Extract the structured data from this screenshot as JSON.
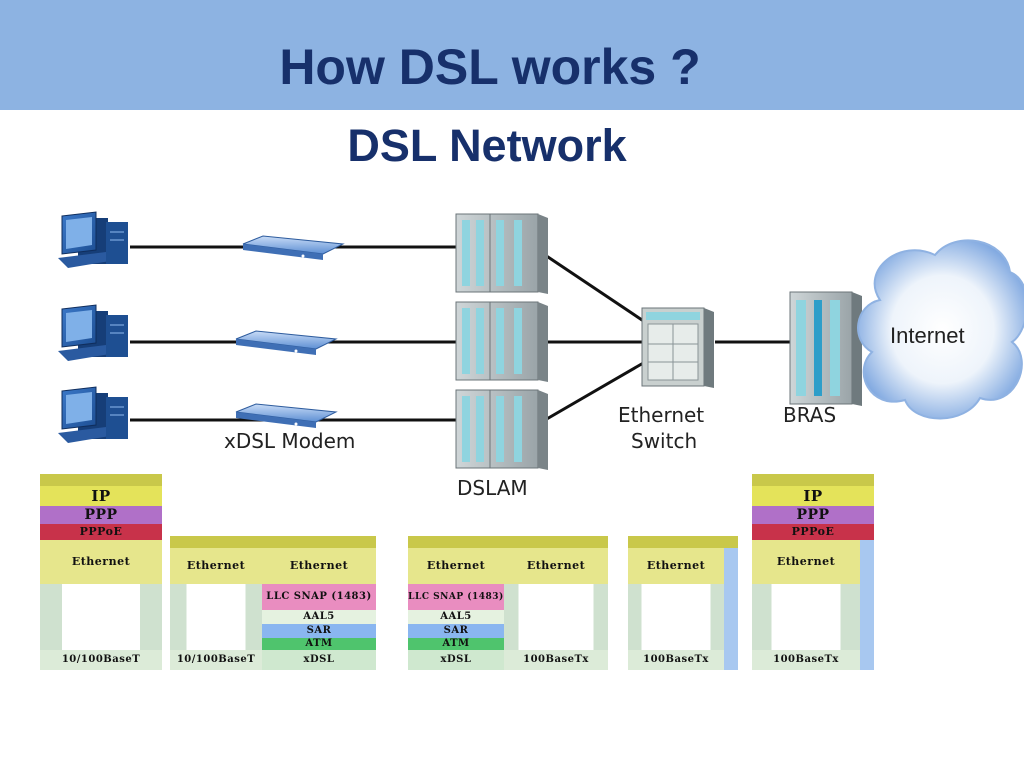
{
  "slide": {
    "title": "How DSL works ?",
    "subtitle": "DSL Network"
  },
  "diagram": {
    "labels": {
      "modem": "xDSL Modem",
      "dslam": "DSLAM",
      "switch_line1": "Ethernet",
      "switch_line2": "Switch",
      "bras": "BRAS",
      "internet": "Internet"
    },
    "stacks": {
      "customer": [
        "IP",
        "PPP",
        "PPPoE",
        "Ethernet",
        "10/100BaseT"
      ],
      "modem_lan": [
        "Ethernet",
        "10/100BaseT"
      ],
      "modem_wan": [
        "Ethernet",
        "LLC SNAP (1483)",
        "AAL5",
        "SAR",
        "ATM",
        "xDSL"
      ],
      "dslam_line": [
        "Ethernet",
        "LLC SNAP (1483)",
        "AAL5",
        "SAR",
        "ATM",
        "xDSL"
      ],
      "dslam_uplink": [
        "Ethernet",
        "100BaseTx"
      ],
      "switch": [
        "Ethernet",
        "100BaseTx"
      ],
      "bras": [
        "IP",
        "PPP",
        "PPPoE",
        "Ethernet",
        "100BaseTx"
      ]
    },
    "colors": {
      "header": "#8db3e2",
      "title": "#17306b",
      "ip": "#e4e35a",
      "ppp": "#b070c8",
      "pppoe": "#c8324a",
      "ethernet": "#e6e68c",
      "llc": "#e98dc0",
      "aal5": "#e5f2e0",
      "sar": "#8ab6f0",
      "atm": "#4fc46d",
      "xdsl": "#cfe8cf",
      "phy": "#dcebd8",
      "blue_edge": "#a8c8f0"
    }
  }
}
